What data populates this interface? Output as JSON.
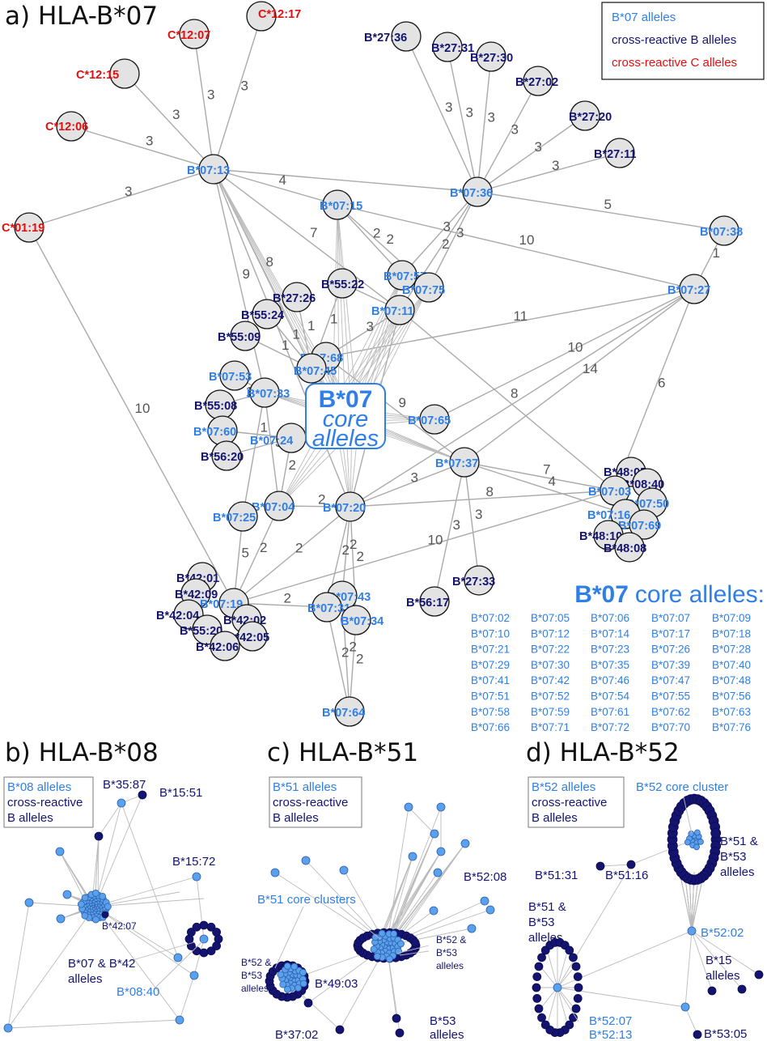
{
  "panels": {
    "a": {
      "title": "a) HLA-B*07"
    },
    "b": {
      "title": "b) HLA-B*08"
    },
    "c": {
      "title": "c) HLA-B*51"
    },
    "d": {
      "title": "d) HLA-B*52"
    }
  },
  "legend_a": {
    "b07": "B*07 alleles",
    "crossB": "cross-reactive B alleles",
    "crossC": "cross-reactive C alleles"
  },
  "core_box": {
    "line1": "B*07",
    "line2": "core",
    "line3": "alleles"
  },
  "core_list": {
    "heading_bold": "B*07",
    "heading_rest": "core alleles:",
    "items": [
      "B*07:02",
      "B*07:05",
      "B*07:06",
      "B*07:07",
      "B*07:09",
      "B*07:10",
      "B*07:12",
      "B*07:14",
      "B*07:17",
      "B*07:18",
      "B*07:21",
      "B*07:22",
      "B*07:23",
      "B*07:26",
      "B*07:28",
      "B*07:29",
      "B*07:30",
      "B*07:35",
      "B*07:39",
      "B*07:40",
      "B*07:41",
      "B*07:42",
      "B*07:46",
      "B*07:47",
      "B*07:48",
      "B*07:51",
      "B*07:52",
      "B*07:54",
      "B*07:55",
      "B*07:56",
      "B*07:58",
      "B*07:59",
      "B*07:61",
      "B*07:62",
      "B*07:63",
      "B*07:66",
      "B*07:71",
      "B*07:72",
      "B*07:70",
      "B*07:76"
    ]
  },
  "nodes_a": [
    {
      "id": "C12:17",
      "label": "C*12:17",
      "type": "c"
    },
    {
      "id": "C12:07",
      "label": "C*12:07",
      "type": "c"
    },
    {
      "id": "C12:15",
      "label": "C*12:15",
      "type": "c"
    },
    {
      "id": "C12:06",
      "label": "C*12:06",
      "type": "c"
    },
    {
      "id": "C01:19",
      "label": "C*01:19",
      "type": "c"
    },
    {
      "id": "B07:13",
      "label": "B*07:13",
      "type": "b07"
    },
    {
      "id": "B27:36",
      "label": "B*27:36",
      "type": "b"
    },
    {
      "id": "B27:31",
      "label": "B*27:31",
      "type": "b"
    },
    {
      "id": "B27:30",
      "label": "B*27:30",
      "type": "b"
    },
    {
      "id": "B27:02",
      "label": "B*27:02",
      "type": "b"
    },
    {
      "id": "B27:20",
      "label": "B*27:20",
      "type": "b"
    },
    {
      "id": "B27:11",
      "label": "B*27:11",
      "type": "b"
    },
    {
      "id": "B07:36",
      "label": "B*07:36",
      "type": "b07"
    },
    {
      "id": "B07:15",
      "label": "B*07:15",
      "type": "b07"
    },
    {
      "id": "B07:38",
      "label": "B*07:38",
      "type": "b07"
    },
    {
      "id": "B07:27",
      "label": "B*07:27",
      "type": "b07"
    },
    {
      "id": "B07:57",
      "label": "B*07:57",
      "type": "b07"
    },
    {
      "id": "B07:75",
      "label": "B*07:75",
      "type": "b07"
    },
    {
      "id": "B07:11",
      "label": "B*07:11",
      "type": "b07"
    },
    {
      "id": "B55:22",
      "label": "B*55:22",
      "type": "b"
    },
    {
      "id": "B27:26",
      "label": "B*27:26",
      "type": "b"
    },
    {
      "id": "B55:24",
      "label": "B*55:24",
      "type": "b"
    },
    {
      "id": "B55:09",
      "label": "B*55:09",
      "type": "b"
    },
    {
      "id": "B07:68",
      "label": "B*07:68",
      "type": "b07"
    },
    {
      "id": "B07:45",
      "label": "B*07:45",
      "type": "b07"
    },
    {
      "id": "B07:53",
      "label": "B*07:53",
      "type": "b07"
    },
    {
      "id": "B07:33",
      "label": "B*07:33",
      "type": "b07"
    },
    {
      "id": "B55:08",
      "label": "B*55:08",
      "type": "b"
    },
    {
      "id": "B07:60",
      "label": "B*07:60",
      "type": "b07"
    },
    {
      "id": "B56:20",
      "label": "B*56:20",
      "type": "b"
    },
    {
      "id": "B07:24",
      "label": "B*07:24",
      "type": "b07"
    },
    {
      "id": "B07:65",
      "label": "B*07:65",
      "type": "b07"
    },
    {
      "id": "B07:37",
      "label": "B*07:37",
      "type": "b07"
    },
    {
      "id": "B07:04",
      "label": "B*07:04",
      "type": "b07"
    },
    {
      "id": "B07:20",
      "label": "B*07:20",
      "type": "b07"
    },
    {
      "id": "B07:25",
      "label": "B*07:25",
      "type": "b07"
    },
    {
      "id": "B48:05",
      "label": "B*48:05",
      "type": "b"
    },
    {
      "id": "B08:40",
      "label": "B*08:40",
      "type": "b"
    },
    {
      "id": "B07:03",
      "label": "B*07:03",
      "type": "b07"
    },
    {
      "id": "B07:50",
      "label": "B*07:50",
      "type": "b07"
    },
    {
      "id": "B07:16",
      "label": "B*07:16",
      "type": "b07"
    },
    {
      "id": "B07:69",
      "label": "B*07:69",
      "type": "b07"
    },
    {
      "id": "B48:10",
      "label": "B*48:10",
      "type": "b"
    },
    {
      "id": "B48:08",
      "label": "B*48:08",
      "type": "b"
    },
    {
      "id": "B42:01",
      "label": "B*42:01",
      "type": "b"
    },
    {
      "id": "B42:09",
      "label": "B*42:09",
      "type": "b"
    },
    {
      "id": "B07:19",
      "label": "B*07:19",
      "type": "b07"
    },
    {
      "id": "B42:04",
      "label": "B*42:04",
      "type": "b"
    },
    {
      "id": "B42:02",
      "label": "B*42:02",
      "type": "b"
    },
    {
      "id": "B55:20",
      "label": "B*55:20",
      "type": "b"
    },
    {
      "id": "B42:05",
      "label": "B*42:05",
      "type": "b"
    },
    {
      "id": "B42:06",
      "label": "B*42:06",
      "type": "b"
    },
    {
      "id": "B07:43",
      "label": "B*07:43",
      "type": "b07"
    },
    {
      "id": "B07:31",
      "label": "B*07:31",
      "type": "b07"
    },
    {
      "id": "B07:34",
      "label": "B*07:34",
      "type": "b07"
    },
    {
      "id": "B07:64",
      "label": "B*07:64",
      "type": "b07"
    },
    {
      "id": "B27:33",
      "label": "B*27:33",
      "type": "b"
    },
    {
      "id": "B56:17",
      "label": "B*56:17",
      "type": "b"
    }
  ],
  "edges_a": [
    {
      "from": "B07:13",
      "to": "C12:17",
      "w": "3"
    },
    {
      "from": "B07:13",
      "to": "C12:07",
      "w": "3"
    },
    {
      "from": "B07:13",
      "to": "C12:15",
      "w": "3"
    },
    {
      "from": "B07:13",
      "to": "C12:06",
      "w": "3"
    },
    {
      "from": "B07:13",
      "to": "C01:19",
      "w": "3"
    },
    {
      "from": "B07:13",
      "to": "B07:15",
      "w": "4"
    },
    {
      "from": "B07:13",
      "to": "B07:36",
      "w": ""
    },
    {
      "from": "B07:13",
      "to": "B07:11",
      "w": "7"
    },
    {
      "from": "B07:13",
      "to": "B07:33",
      "w": "9"
    },
    {
      "from": "B07:13",
      "to": "B07:45",
      "w": "8"
    },
    {
      "from": "B07:13",
      "to": "B07:20",
      "w": ""
    },
    {
      "from": "B07:15",
      "to": "B07:27",
      "w": "10"
    },
    {
      "from": "B07:15",
      "to": "B07:57",
      "w": "2"
    },
    {
      "from": "B07:15",
      "to": "B07:75",
      "w": "2"
    },
    {
      "from": "B07:36",
      "to": "B27:36",
      "w": "3"
    },
    {
      "from": "B07:36",
      "to": "B27:31",
      "w": "3"
    },
    {
      "from": "B07:36",
      "to": "B27:30",
      "w": "3"
    },
    {
      "from": "B07:36",
      "to": "B27:02",
      "w": "3"
    },
    {
      "from": "B07:36",
      "to": "B27:20",
      "w": "3"
    },
    {
      "from": "B07:36",
      "to": "B27:11",
      "w": "3"
    },
    {
      "from": "B07:36",
      "to": "B07:38",
      "w": "5"
    },
    {
      "from": "B07:36",
      "to": "B07:57",
      "w": "3"
    },
    {
      "from": "B07:36",
      "to": "B07:75",
      "w": "3"
    },
    {
      "from": "B07:36",
      "to": "B07:11",
      "w": "2"
    },
    {
      "from": "B07:38",
      "to": "B07:27",
      "w": "1"
    },
    {
      "from": "B07:27",
      "to": "B07:03",
      "w": "6"
    },
    {
      "from": "B07:27",
      "to": "B07:68",
      "w": "11"
    },
    {
      "from": "B07:27",
      "to": "B07:65",
      "w": "10"
    },
    {
      "from": "B07:27",
      "to": "B07:37",
      "w": "14"
    },
    {
      "from": "B07:27",
      "to": "B07:20",
      "w": ""
    },
    {
      "from": "B55:22",
      "to": "B07:11",
      "w": ""
    },
    {
      "from": "B55:22",
      "to": "B07:45",
      "w": "1"
    },
    {
      "from": "B27:26",
      "to": "B07:45",
      "w": "1"
    },
    {
      "from": "B55:24",
      "to": "B07:45",
      "w": "1"
    },
    {
      "from": "B55:09",
      "to": "B07:45",
      "w": "1"
    },
    {
      "from": "B07:11",
      "to": "B07:68",
      "w": "3"
    },
    {
      "from": "B07:11",
      "to": "B07:03",
      "w": "8"
    },
    {
      "from": "B07:11",
      "to": "B07:20",
      "w": "2"
    },
    {
      "from": "B07:68",
      "to": "B07:37",
      "w": "9"
    },
    {
      "from": "B07:53",
      "to": "B07:33",
      "w": ""
    },
    {
      "from": "B55:08",
      "to": "B07:33",
      "w": "1"
    },
    {
      "from": "B07:60",
      "to": "B07:24",
      "w": "1"
    },
    {
      "from": "B56:20",
      "to": "B07:24",
      "w": ""
    },
    {
      "from": "B07:33",
      "to": "B07:04",
      "w": "3"
    },
    {
      "from": "B07:33",
      "to": "B07:25",
      "w": ""
    },
    {
      "from": "B07:24",
      "to": "B07:04",
      "w": "2"
    },
    {
      "from": "B07:04",
      "to": "B07:20",
      "w": "2"
    },
    {
      "from": "B07:04",
      "to": "B07:19",
      "w": "2"
    },
    {
      "from": "B07:25",
      "to": "B07:19",
      "w": "5"
    },
    {
      "from": "B07:20",
      "to": "B07:37",
      "w": "3"
    },
    {
      "from": "B07:20",
      "to": "B07:03",
      "w": "8"
    },
    {
      "from": "B07:20",
      "to": "B07:19",
      "w": "2"
    },
    {
      "from": "B07:20",
      "to": "B07:43",
      "w": "2"
    },
    {
      "from": "B07:20",
      "to": "B07:31",
      "w": "2"
    },
    {
      "from": "B07:20",
      "to": "B07:34",
      "w": "2"
    },
    {
      "from": "B07:37",
      "to": "B07:03",
      "w": "7"
    },
    {
      "from": "B07:37",
      "to": "B56:17",
      "w": "3"
    },
    {
      "from": "B07:37",
      "to": "B27:33",
      "w": "3"
    },
    {
      "from": "B07:37",
      "to": "B07:16",
      "w": "4"
    },
    {
      "from": "B07:19",
      "to": "B07:03",
      "w": "10"
    },
    {
      "from": "B07:19",
      "to": "B07:31",
      "w": "2"
    },
    {
      "from": "B07:19",
      "to": "C01:19",
      "w": "10"
    },
    {
      "from": "B07:43",
      "to": "B07:64",
      "w": "2"
    },
    {
      "from": "B07:31",
      "to": "B07:64",
      "w": "2"
    },
    {
      "from": "B07:34",
      "to": "B07:64",
      "w": "2"
    }
  ],
  "panel_b": {
    "legend": {
      "l1": "B*08 alleles",
      "l2": "cross-reactive",
      "l3": "B alleles"
    },
    "labels": [
      "B*35:87",
      "B*15:51",
      "B*15:72",
      "B*42:07",
      "B*07 & B*42",
      "alleles",
      "B*08:40"
    ]
  },
  "panel_c": {
    "legend": {
      "l1": "B*51 alleles",
      "l2": "cross-reactive",
      "l3": "B alleles"
    },
    "labels": [
      "B*51 core clusters",
      "B*52:08",
      "B*52 &",
      "B*53",
      "alleles",
      "B*49:03",
      "B*52 &",
      "B*53",
      "alleles",
      "B*37:02",
      "B*53",
      "alleles"
    ]
  },
  "panel_d": {
    "legend": {
      "l1": "B*52 alleles",
      "l2": "cross-reactive",
      "l3": "B alleles"
    },
    "labels": [
      "B*52 core cluster",
      "B*51 &",
      "B*53",
      "alleles",
      "B*51:31",
      "B*51:16",
      "B*51 &",
      "B*53",
      "alleles",
      "B*52:02",
      "B*15",
      "alleles",
      "B*52:07",
      "B*52:13",
      "B*53:05"
    ]
  }
}
